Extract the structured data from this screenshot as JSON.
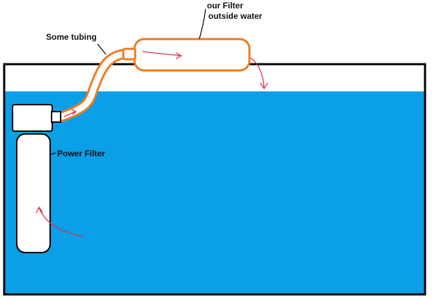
{
  "labels": {
    "our_filter_line1": "our Filter",
    "our_filter_line2": "outside water",
    "tubing": "Some tubing",
    "power_filter": "Power Filter"
  },
  "colors": {
    "water": "#0a9fe6",
    "tank_outline": "#000000",
    "tubing": "#f07a1e",
    "flow_arrow": "#e0304a",
    "filter_body": "#ffffff",
    "background": "#ffffff"
  }
}
